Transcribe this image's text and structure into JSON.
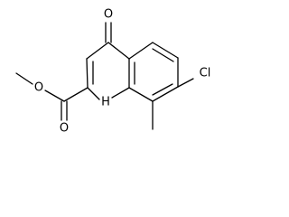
{
  "molecule": {
    "atom_labels": {
      "ketone_oxygen": "O",
      "ester_carbonyl_oxygen": "O",
      "ester_ether_oxygen": "O",
      "ring_nitrogen": "H",
      "chlorine": "Cl"
    }
  },
  "colors": {
    "bond": "#000000",
    "background": "#ffffff"
  }
}
